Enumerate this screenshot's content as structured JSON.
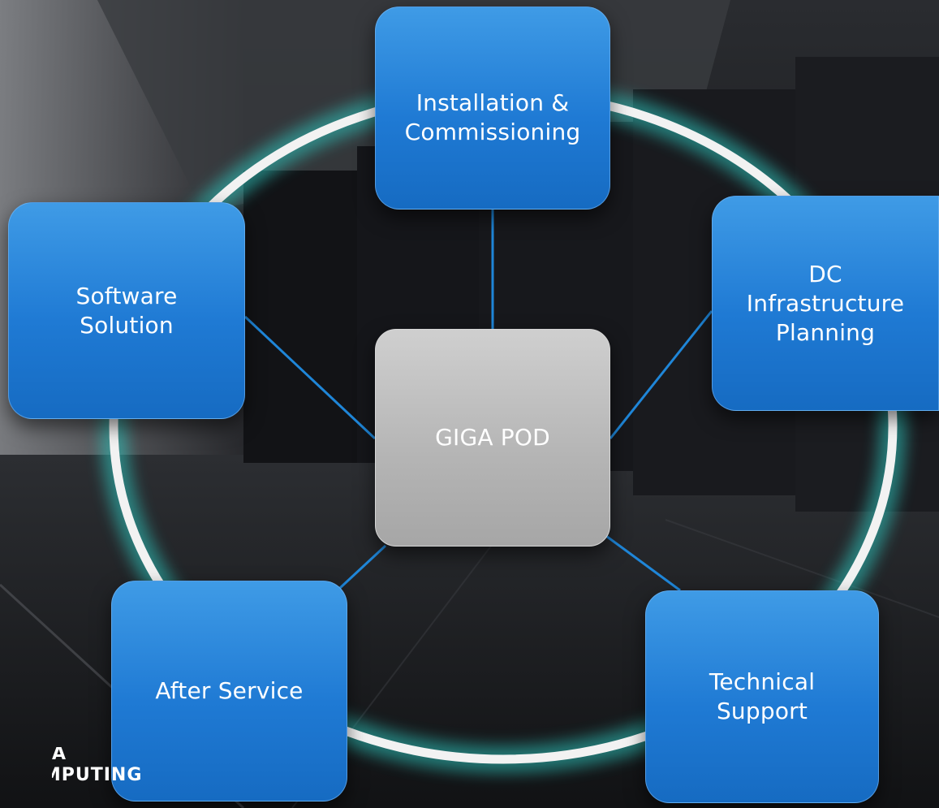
{
  "diagram": {
    "center": {
      "label": "GIGA POD"
    },
    "services": [
      {
        "id": "installation",
        "label": "Installation &\nCommissioning"
      },
      {
        "id": "dc-planning",
        "label": "DC\nInfrastructure\nPlanning"
      },
      {
        "id": "technical-support",
        "label": "Technical\nSupport"
      },
      {
        "id": "after-service",
        "label": "After Service"
      },
      {
        "id": "software-solution",
        "label": "Software\nSolution"
      }
    ]
  },
  "logo": {
    "line1": "A",
    "line2": "COMPUTING"
  },
  "colors": {
    "node_blue": "#1f7ad4",
    "center_gray": "#b4b4b4",
    "ring_glow": "#2fc8c0",
    "ring_core": "#f2f2f2",
    "connector": "#1f86d8"
  }
}
